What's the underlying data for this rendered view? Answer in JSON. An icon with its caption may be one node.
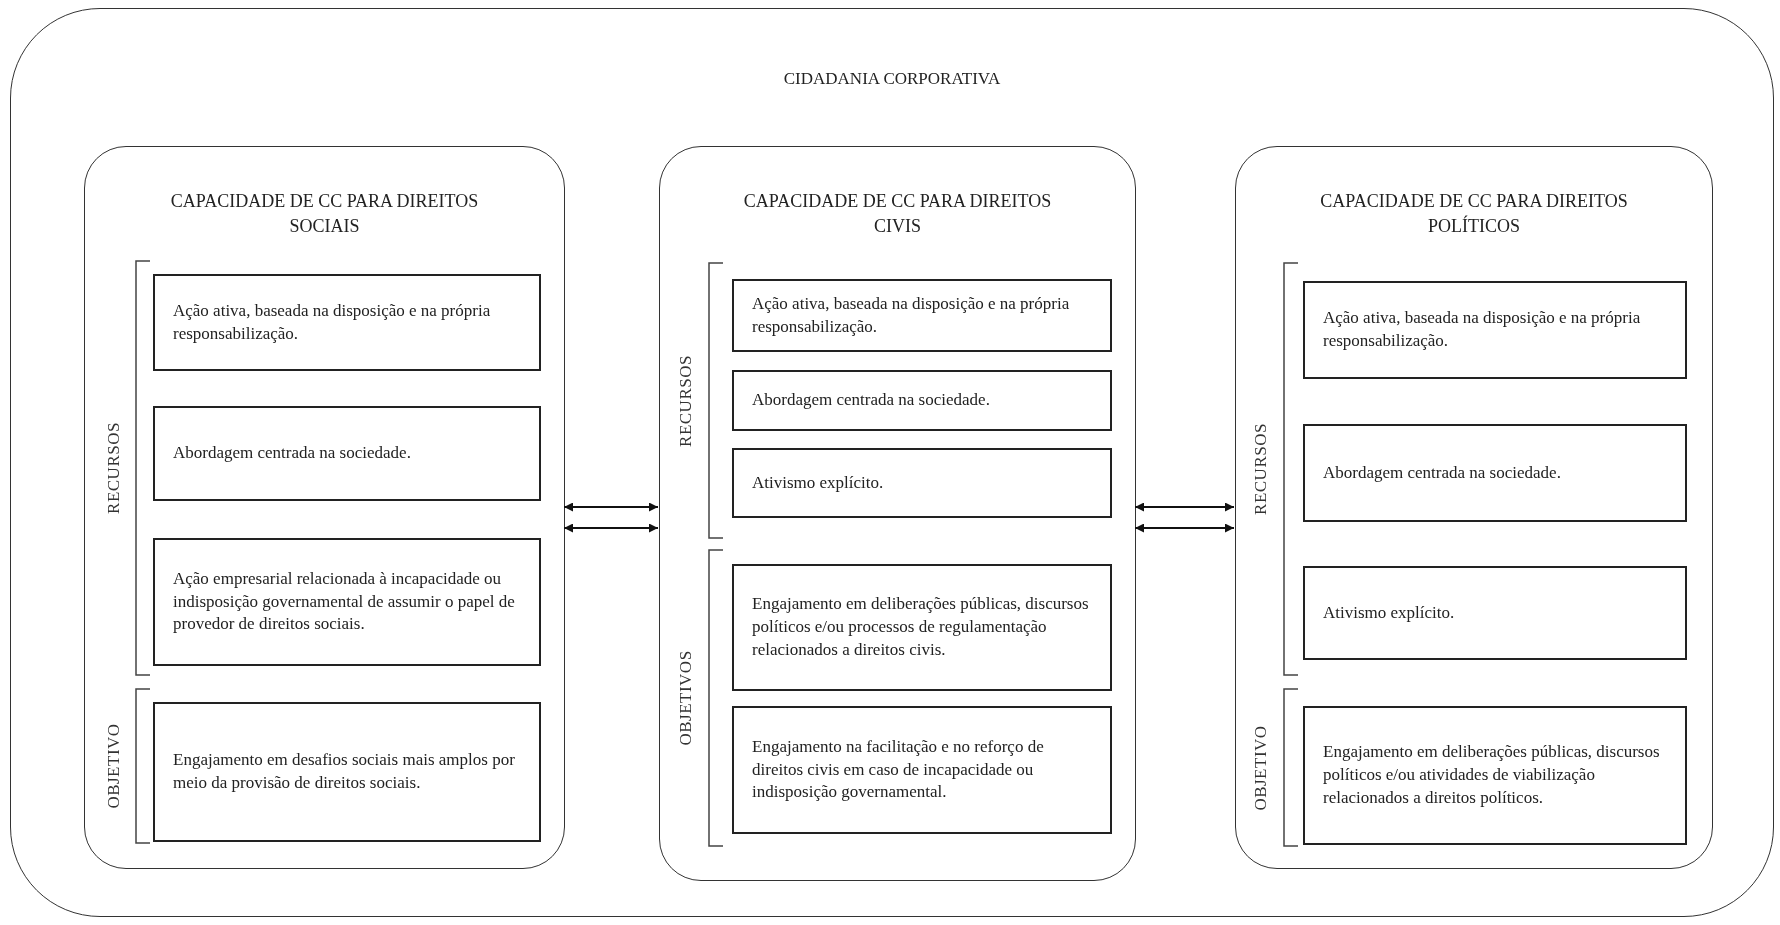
{
  "diagram": {
    "nodes": [
      {
        "text": [
          "CIDADANIA CORPORATIVA"
        ]
      },
      {
        "text": [
          "CAPACIDADE DE CC PARA DIREITOS SOCIAIS"
        ],
        "in": 0
      },
      {
        "text": [
          "Ação ativa, baseada na disposição e na própria responsabilização."
        ],
        "in": 1
      },
      {
        "text": [
          "Abordagem centrada na sociedade."
        ],
        "in": 1
      },
      {
        "text": [
          "Ação empresarial relacionada à incapacidade ou indisposição governamental de assumir o papel de provedor de direitos sociais."
        ],
        "in": 1
      },
      {
        "text": [
          "Engajamento em desafios sociais mais amplos por meio da provisão de direitos sociais."
        ],
        "in": 1
      },
      {
        "text": [
          "CAPACIDADE DE CC PARA DIREITOS CIVIS"
        ],
        "in": 0
      },
      {
        "text": [
          "Ação ativa, baseada na disposição e na própria responsabilização."
        ],
        "in": 6
      },
      {
        "text": [
          "Abordagem centrada na sociedade."
        ],
        "in": 6
      },
      {
        "text": [
          "Ativismo explícito."
        ],
        "in": 6
      },
      {
        "text": [
          "Engajamento em deliberações públicas, discursos políticos e/ou processos de regulamentação relacionados a direitos civis."
        ],
        "in": 6
      },
      {
        "text": [
          "Engajamento na facilitação e no reforço de direitos civis em caso de incapacidade ou indisposição governamental."
        ],
        "in": 6
      },
      {
        "text": [
          "CAPACIDADE DE CC PARA DIREITOS POLÍTICOS"
        ],
        "in": 0
      },
      {
        "text": [
          "Ação ativa, baseada na disposição e na própria responsabilização."
        ],
        "in": 12
      },
      {
        "text": [
          "Abordagem centrada na sociedade."
        ],
        "in": 12
      },
      {
        "text": [
          "Ativismo explícito."
        ],
        "in": 12
      },
      {
        "text": [
          "Engajamento em deliberações públicas, discursos políticos e/ou atividades de viabilização relacionados a direitos políticos."
        ],
        "in": 12
      }
    ],
    "edges": [
      {
        "from": 1,
        "to": 6,
        "arrow": "both"
      },
      {
        "from": 1,
        "to": 6,
        "arrow": "both"
      },
      {
        "from": 6,
        "to": 12,
        "arrow": "both"
      },
      {
        "from": 6,
        "to": 12,
        "arrow": "both"
      }
    ],
    "labels": [
      "RECURSOS",
      "OBJETIVO",
      "RECURSOS",
      "OBJETIVOS",
      "RECURSOS",
      "OBJETIVO"
    ]
  }
}
